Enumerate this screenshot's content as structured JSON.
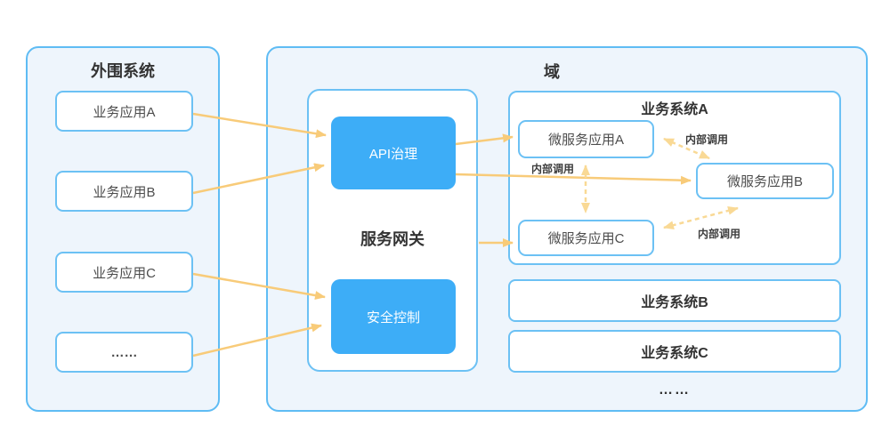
{
  "colors": {
    "panel_fill": "#EEF5FC",
    "panel_border": "#5FBCF4",
    "box_border": "#6CC1F4",
    "accent_blue": "#3DADF7",
    "solid_arrow": "#F8CB79",
    "dashed_arrow": "#F9D995",
    "title_text": "#333333",
    "label_text": "#4D4D4D"
  },
  "peripheral": {
    "title": "外围系统",
    "items": [
      {
        "label": "业务应用A"
      },
      {
        "label": "业务应用B"
      },
      {
        "label": "业务应用C"
      },
      {
        "label": "……"
      }
    ]
  },
  "domain": {
    "title": "域",
    "gateway": {
      "title": "服务网关",
      "modules": [
        {
          "label": "API治理"
        },
        {
          "label": "安全控制"
        }
      ]
    },
    "system_a": {
      "title": "业务系统A",
      "services": [
        {
          "label": "微服务应用A"
        },
        {
          "label": "微服务应用B"
        },
        {
          "label": "微服务应用C"
        }
      ],
      "call_labels": [
        {
          "label": "内部调用"
        },
        {
          "label": "内部调用"
        },
        {
          "label": "内部调用"
        }
      ]
    },
    "other_systems": [
      {
        "label": "业务系统B"
      },
      {
        "label": "业务系统C"
      }
    ],
    "more": "……"
  }
}
